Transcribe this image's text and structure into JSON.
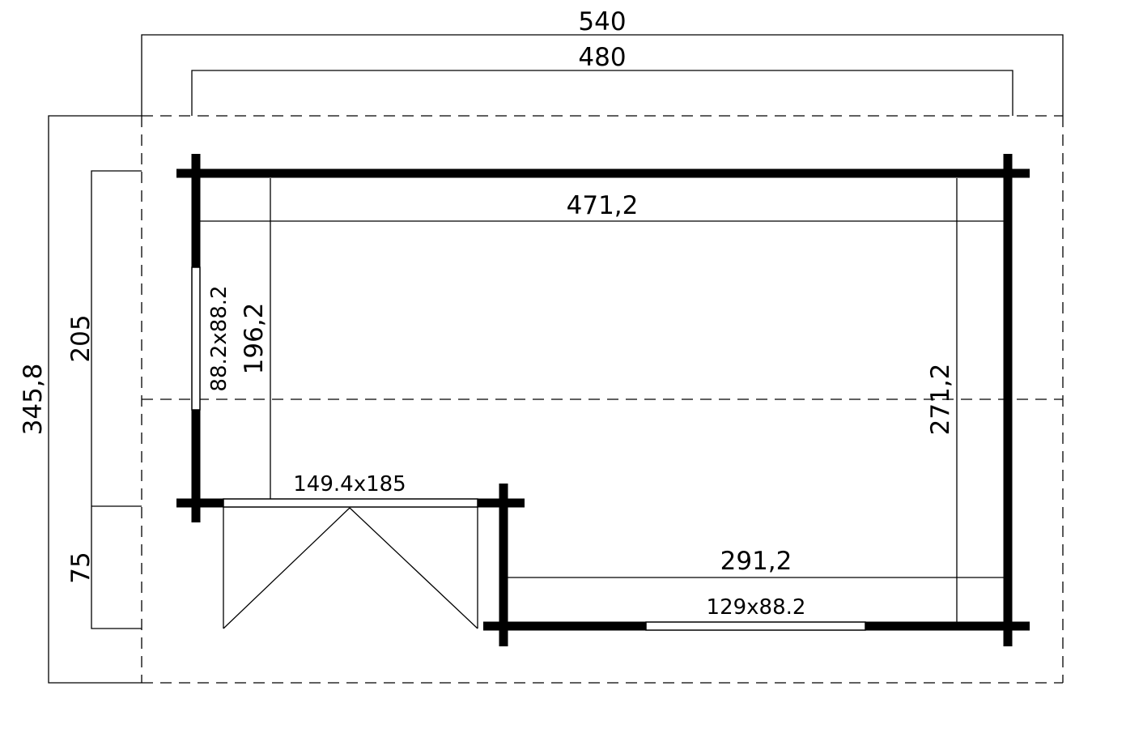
{
  "diagram": {
    "colors": {
      "line": "#000000",
      "background": "#ffffff"
    },
    "dimensions": {
      "overall_width": "540",
      "wall_width": "480",
      "overall_depth": "345,8",
      "front_depth": "205",
      "canopy_depth": "75",
      "interior_width": "471,2",
      "interior_depth_left": "196,2",
      "interior_depth_right": "271,2",
      "front_wall_width": "291,2"
    },
    "openings": {
      "side_window": "88.2x88.2",
      "door": "149.4x185",
      "front_window": "129x88.2"
    }
  }
}
